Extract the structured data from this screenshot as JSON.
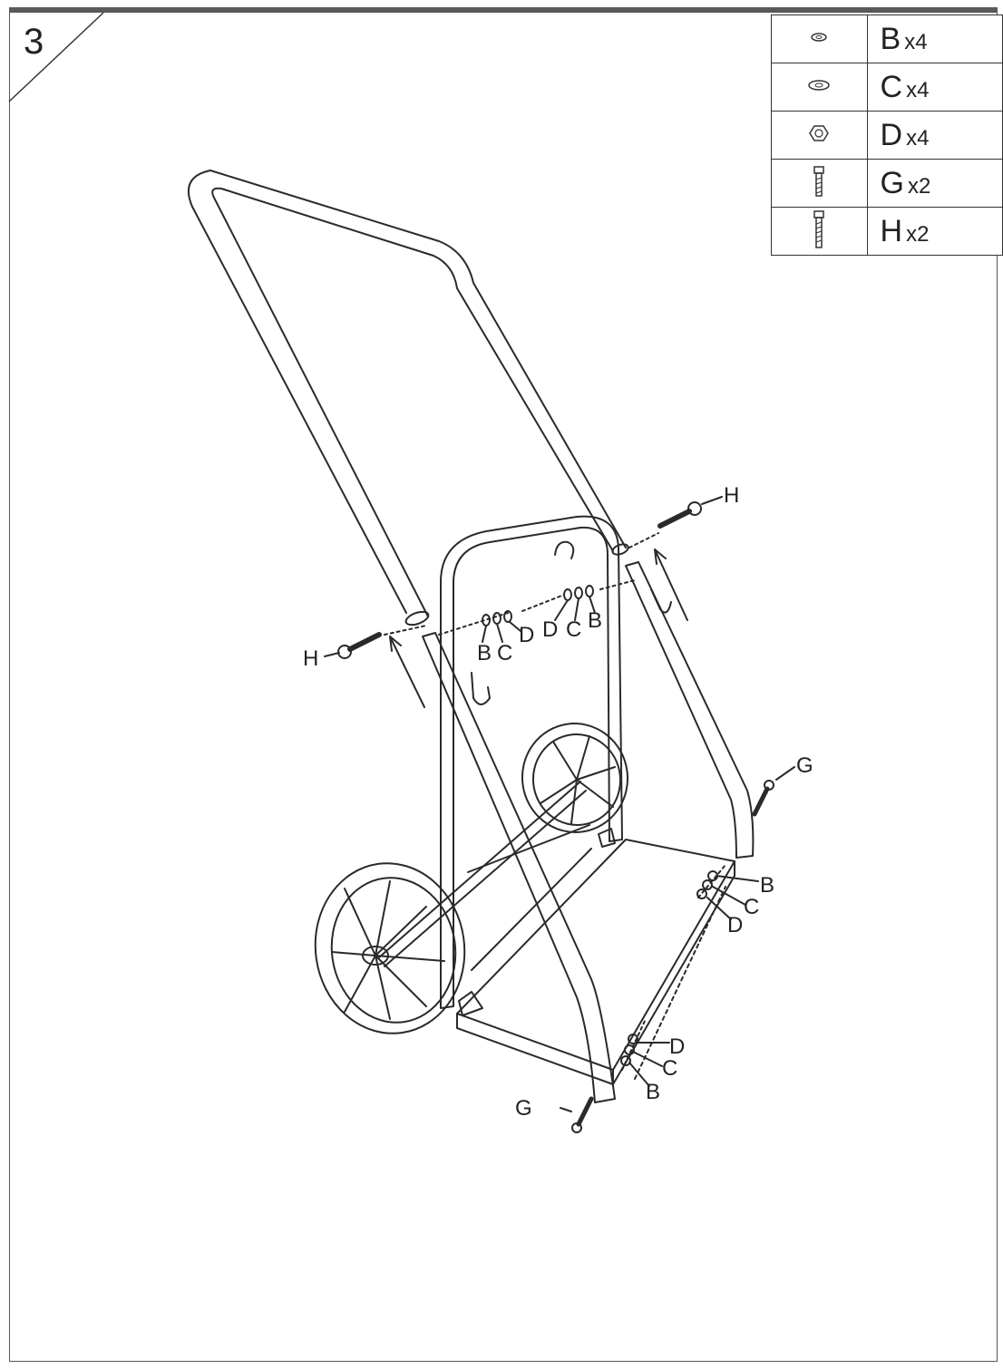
{
  "step": {
    "number": "3"
  },
  "parts": [
    {
      "icon": "washer-icon",
      "letter": "B",
      "qty": "x4"
    },
    {
      "icon": "washer-icon",
      "letter": "C",
      "qty": "x4"
    },
    {
      "icon": "nut-icon",
      "letter": "D",
      "qty": "x4"
    },
    {
      "icon": "bolt-icon",
      "letter": "G",
      "qty": "x2"
    },
    {
      "icon": "bolt-icon",
      "letter": "H",
      "qty": "x2"
    }
  ],
  "callouts": {
    "h_right": "H",
    "h_left": "H",
    "g_right": "G",
    "g_bottom": "G",
    "left_b": "B",
    "left_c": "C",
    "left_d": "D",
    "right_d": "D",
    "right_c": "C",
    "right_b": "B",
    "base_b": "B",
    "base_c": "C",
    "base_d": "D",
    "front_d": "D",
    "front_c": "C",
    "front_b": "B"
  },
  "colors": {
    "line": "#2a2a2a",
    "frame": "#555555"
  }
}
